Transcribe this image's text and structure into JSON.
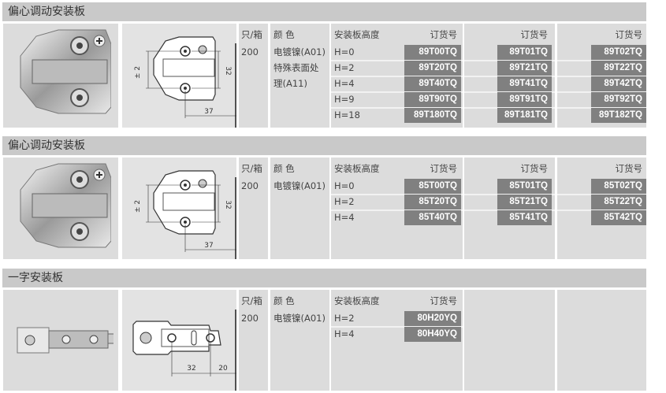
{
  "sections": [
    {
      "title": "偏心调动安装板",
      "qty_header": "只/箱",
      "color_header": "颜 色",
      "height_header": "安装板高度",
      "code_header": "订货号",
      "qty": "200",
      "colors": [
        "电镀镍(A01)",
        "特殊表面处",
        "理(A11)"
      ],
      "drawing": {
        "dim_pm": "± 2",
        "dim_v": "32",
        "dim_h": "37"
      },
      "rows": [
        {
          "height": "H=0",
          "codes": [
            "89T00TQ",
            "89T01TQ",
            "89T02TQ"
          ]
        },
        {
          "height": "H=2",
          "codes": [
            "89T20TQ",
            "89T21TQ",
            "89T22TQ"
          ]
        },
        {
          "height": "H=4",
          "codes": [
            "89T40TQ",
            "89T41TQ",
            "89T42TQ"
          ]
        },
        {
          "height": "H=9",
          "codes": [
            "89T90TQ",
            "89T91TQ",
            "89T92TQ"
          ]
        },
        {
          "height": "H=18",
          "codes": [
            "89T180TQ",
            "89T181TQ",
            "89T182TQ"
          ]
        }
      ],
      "extra_cols": 2
    },
    {
      "title": "偏心调动安装板",
      "qty_header": "只/箱",
      "color_header": "颜 色",
      "height_header": "安装板高度",
      "code_header": "订货号",
      "qty": "200",
      "colors": [
        "电镀镍(A01)"
      ],
      "drawing": {
        "dim_pm": "± 2",
        "dim_v": "32",
        "dim_h": "37"
      },
      "rows": [
        {
          "height": "H=0",
          "codes": [
            "85T00TQ",
            "85T01TQ",
            "85T02TQ"
          ]
        },
        {
          "height": "H=2",
          "codes": [
            "85T20TQ",
            "85T21TQ",
            "85T22TQ"
          ]
        },
        {
          "height": "H=4",
          "codes": [
            "85T40TQ",
            "85T41TQ",
            "85T42TQ"
          ]
        }
      ],
      "extra_cols": 2
    },
    {
      "title": "一字安装板",
      "qty_header": "只/箱",
      "color_header": "颜 色",
      "height_header": "安装板高度",
      "code_header": "订货号",
      "qty": "200",
      "colors": [
        "电镀镍(A01)"
      ],
      "drawing": {
        "dim_a": "32",
        "dim_b": "20"
      },
      "rows": [
        {
          "height": "H=2",
          "codes": [
            "80H20YQ"
          ]
        },
        {
          "height": "H=4",
          "codes": [
            "80H40YQ"
          ]
        }
      ],
      "extra_cols": 0
    }
  ]
}
